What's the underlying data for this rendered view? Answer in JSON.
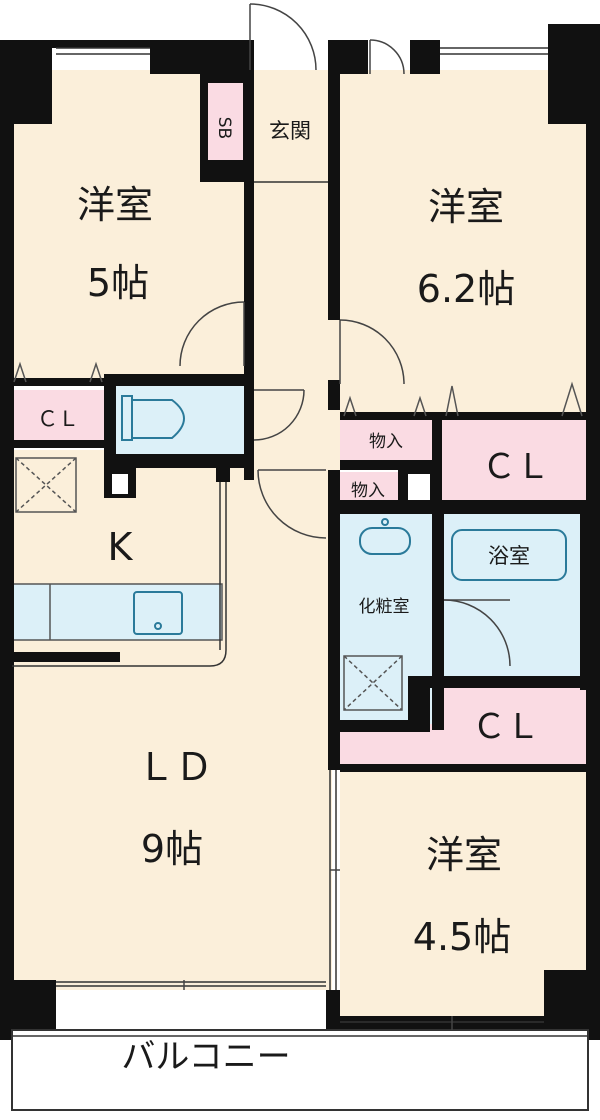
{
  "colors": {
    "floor": "#fbefda",
    "closet": "#fadbe3",
    "wet": "#dcf0f8",
    "wall": "#111111",
    "balcony": "#ffffff"
  },
  "rooms": {
    "western_5": {
      "name": "洋室",
      "size": "5帖"
    },
    "western_62": {
      "name": "洋室",
      "size": "6.2帖"
    },
    "western_45": {
      "name": "洋室",
      "size": "4.5帖"
    },
    "ld": {
      "name": "ＬＤ",
      "size": "9帖"
    },
    "kitchen": {
      "name": "K"
    },
    "entrance": {
      "name": "玄関"
    },
    "shoe_box": {
      "name": "SB"
    },
    "bath": {
      "name": "浴室"
    },
    "washroom": {
      "name": "化粧室"
    },
    "closet_left": {
      "name": "ＣＬ"
    },
    "closet_right_top": {
      "name": "ＣＬ"
    },
    "closet_right_mid": {
      "name": "ＣＬ"
    },
    "storage_top": {
      "name": "物入"
    },
    "storage_bottom": {
      "name": "物入"
    },
    "balcony": {
      "name": "バルコニー"
    }
  }
}
